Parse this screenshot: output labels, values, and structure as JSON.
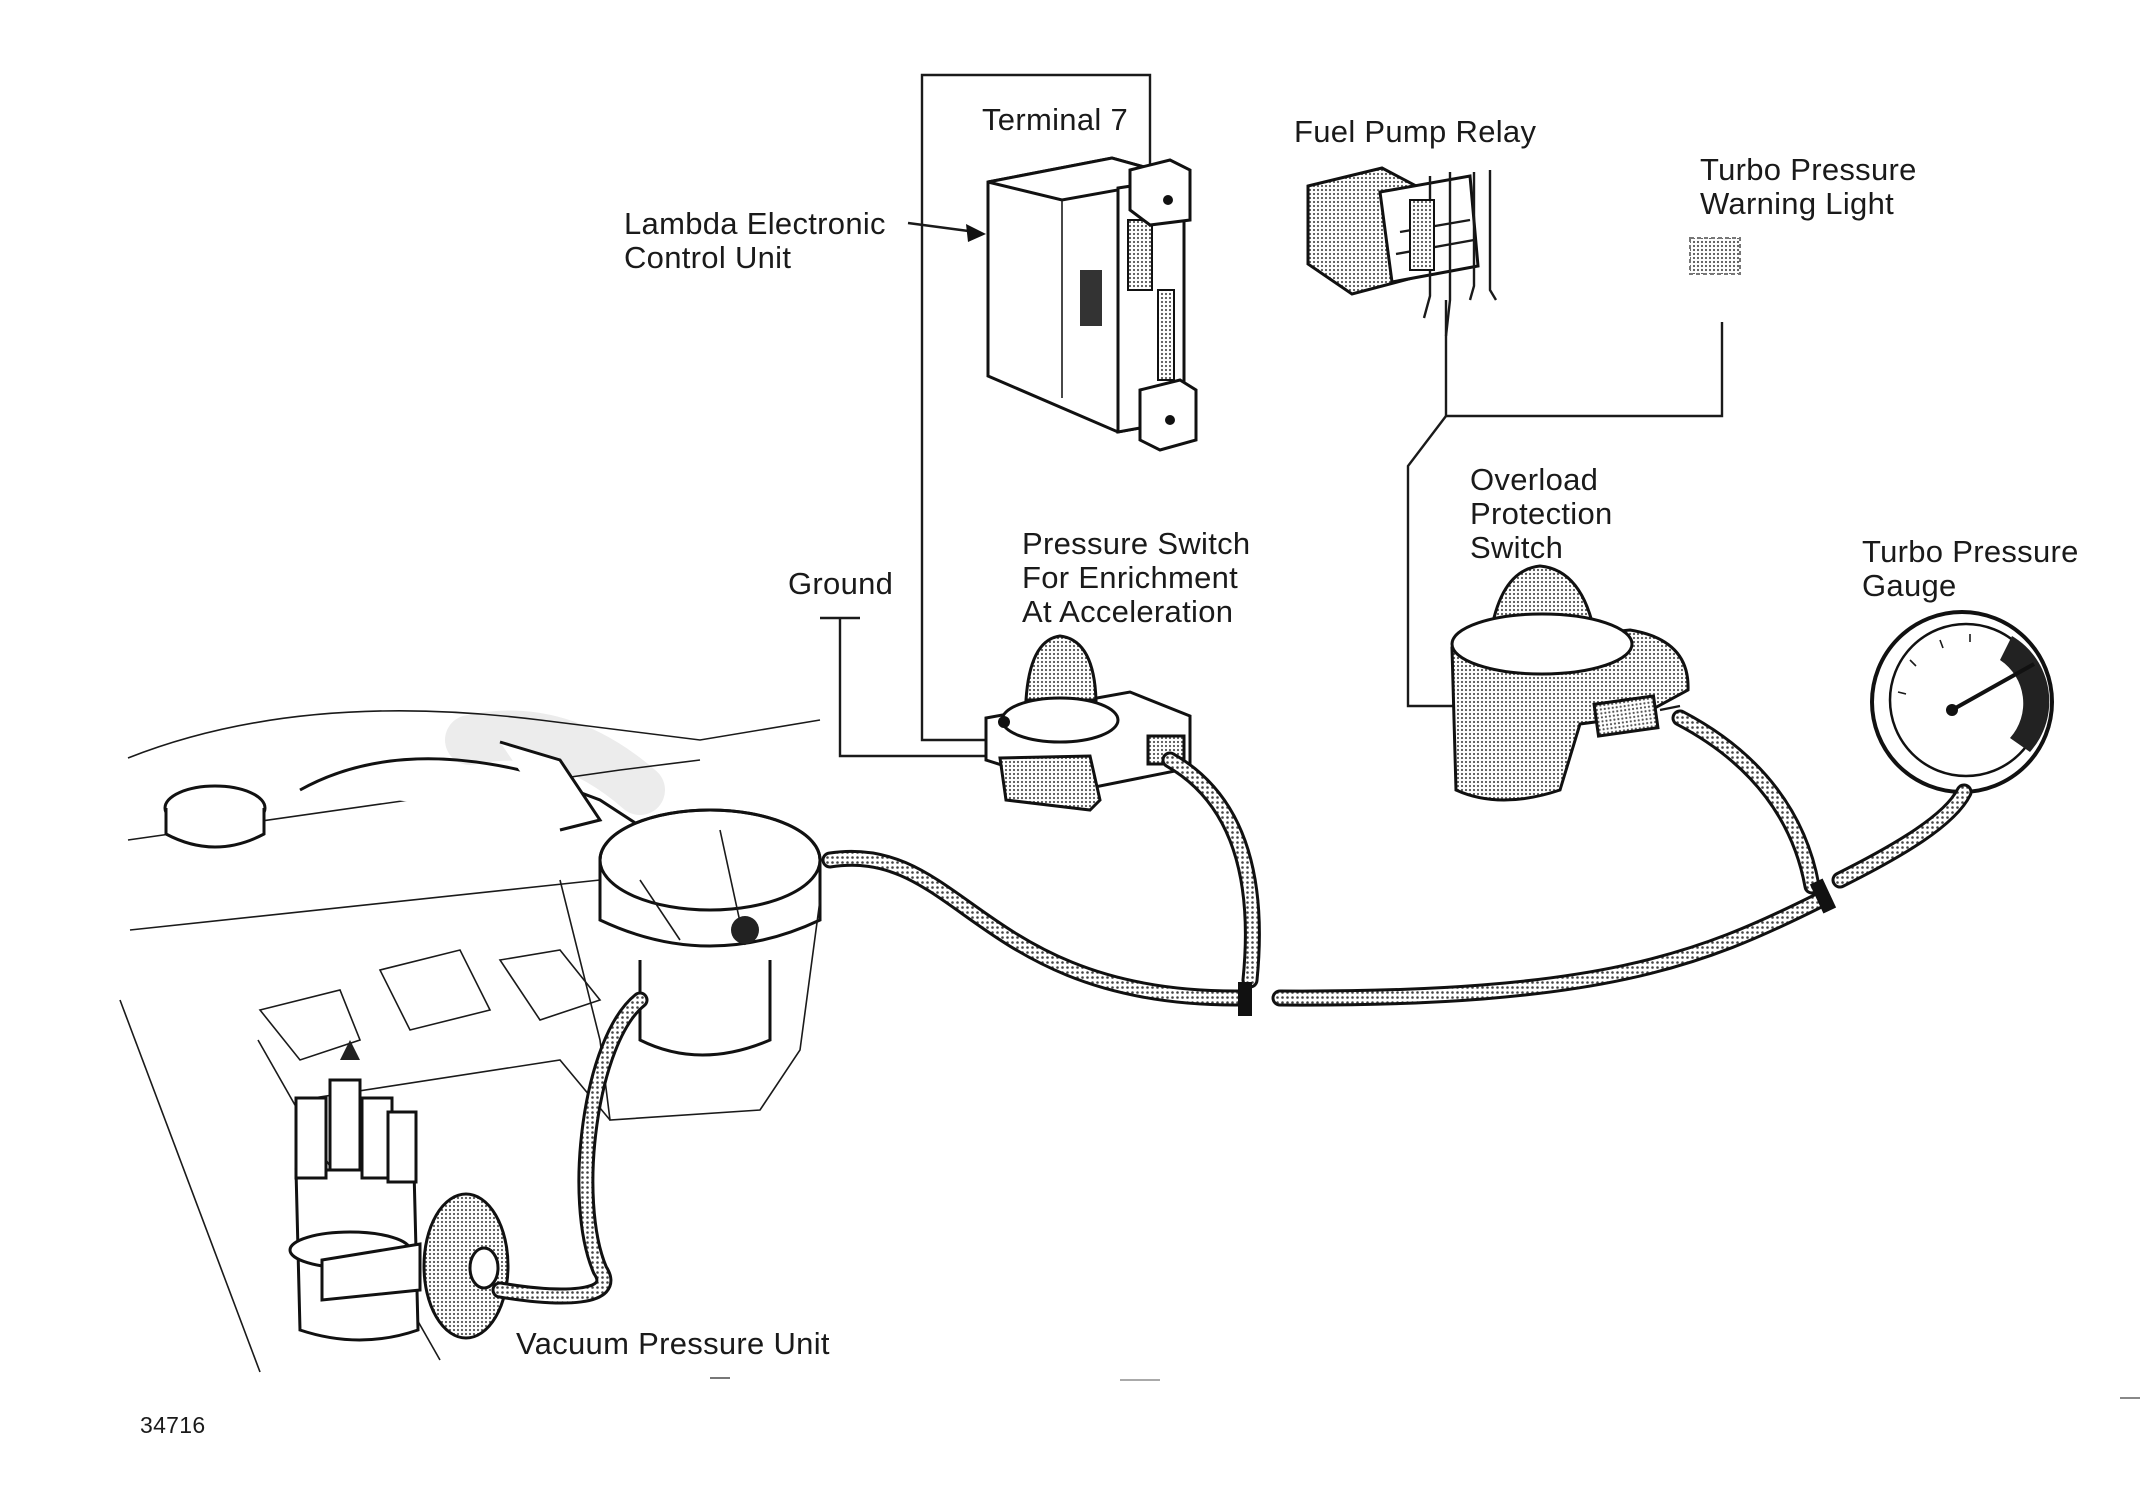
{
  "labels": {
    "terminal7": "Terminal 7",
    "fuel_pump_relay": "Fuel Pump Relay",
    "turbo_warning_line1": "Turbo Pressure",
    "turbo_warning_line2": "Warning Light",
    "lambda_line1": "Lambda Electronic",
    "lambda_line2": "Control Unit",
    "ground": "Ground",
    "pressure_switch_line1": "Pressure Switch",
    "pressure_switch_line2": "For Enrichment",
    "pressure_switch_line3": "At Acceleration",
    "overload_line1": "Overload",
    "overload_line2": "Protection",
    "overload_line3": "Switch",
    "turbo_gauge_line1": "Turbo Pressure",
    "turbo_gauge_line2": "Gauge",
    "vacuum_unit": "Vacuum Pressure Unit",
    "figure_number": "34716"
  }
}
